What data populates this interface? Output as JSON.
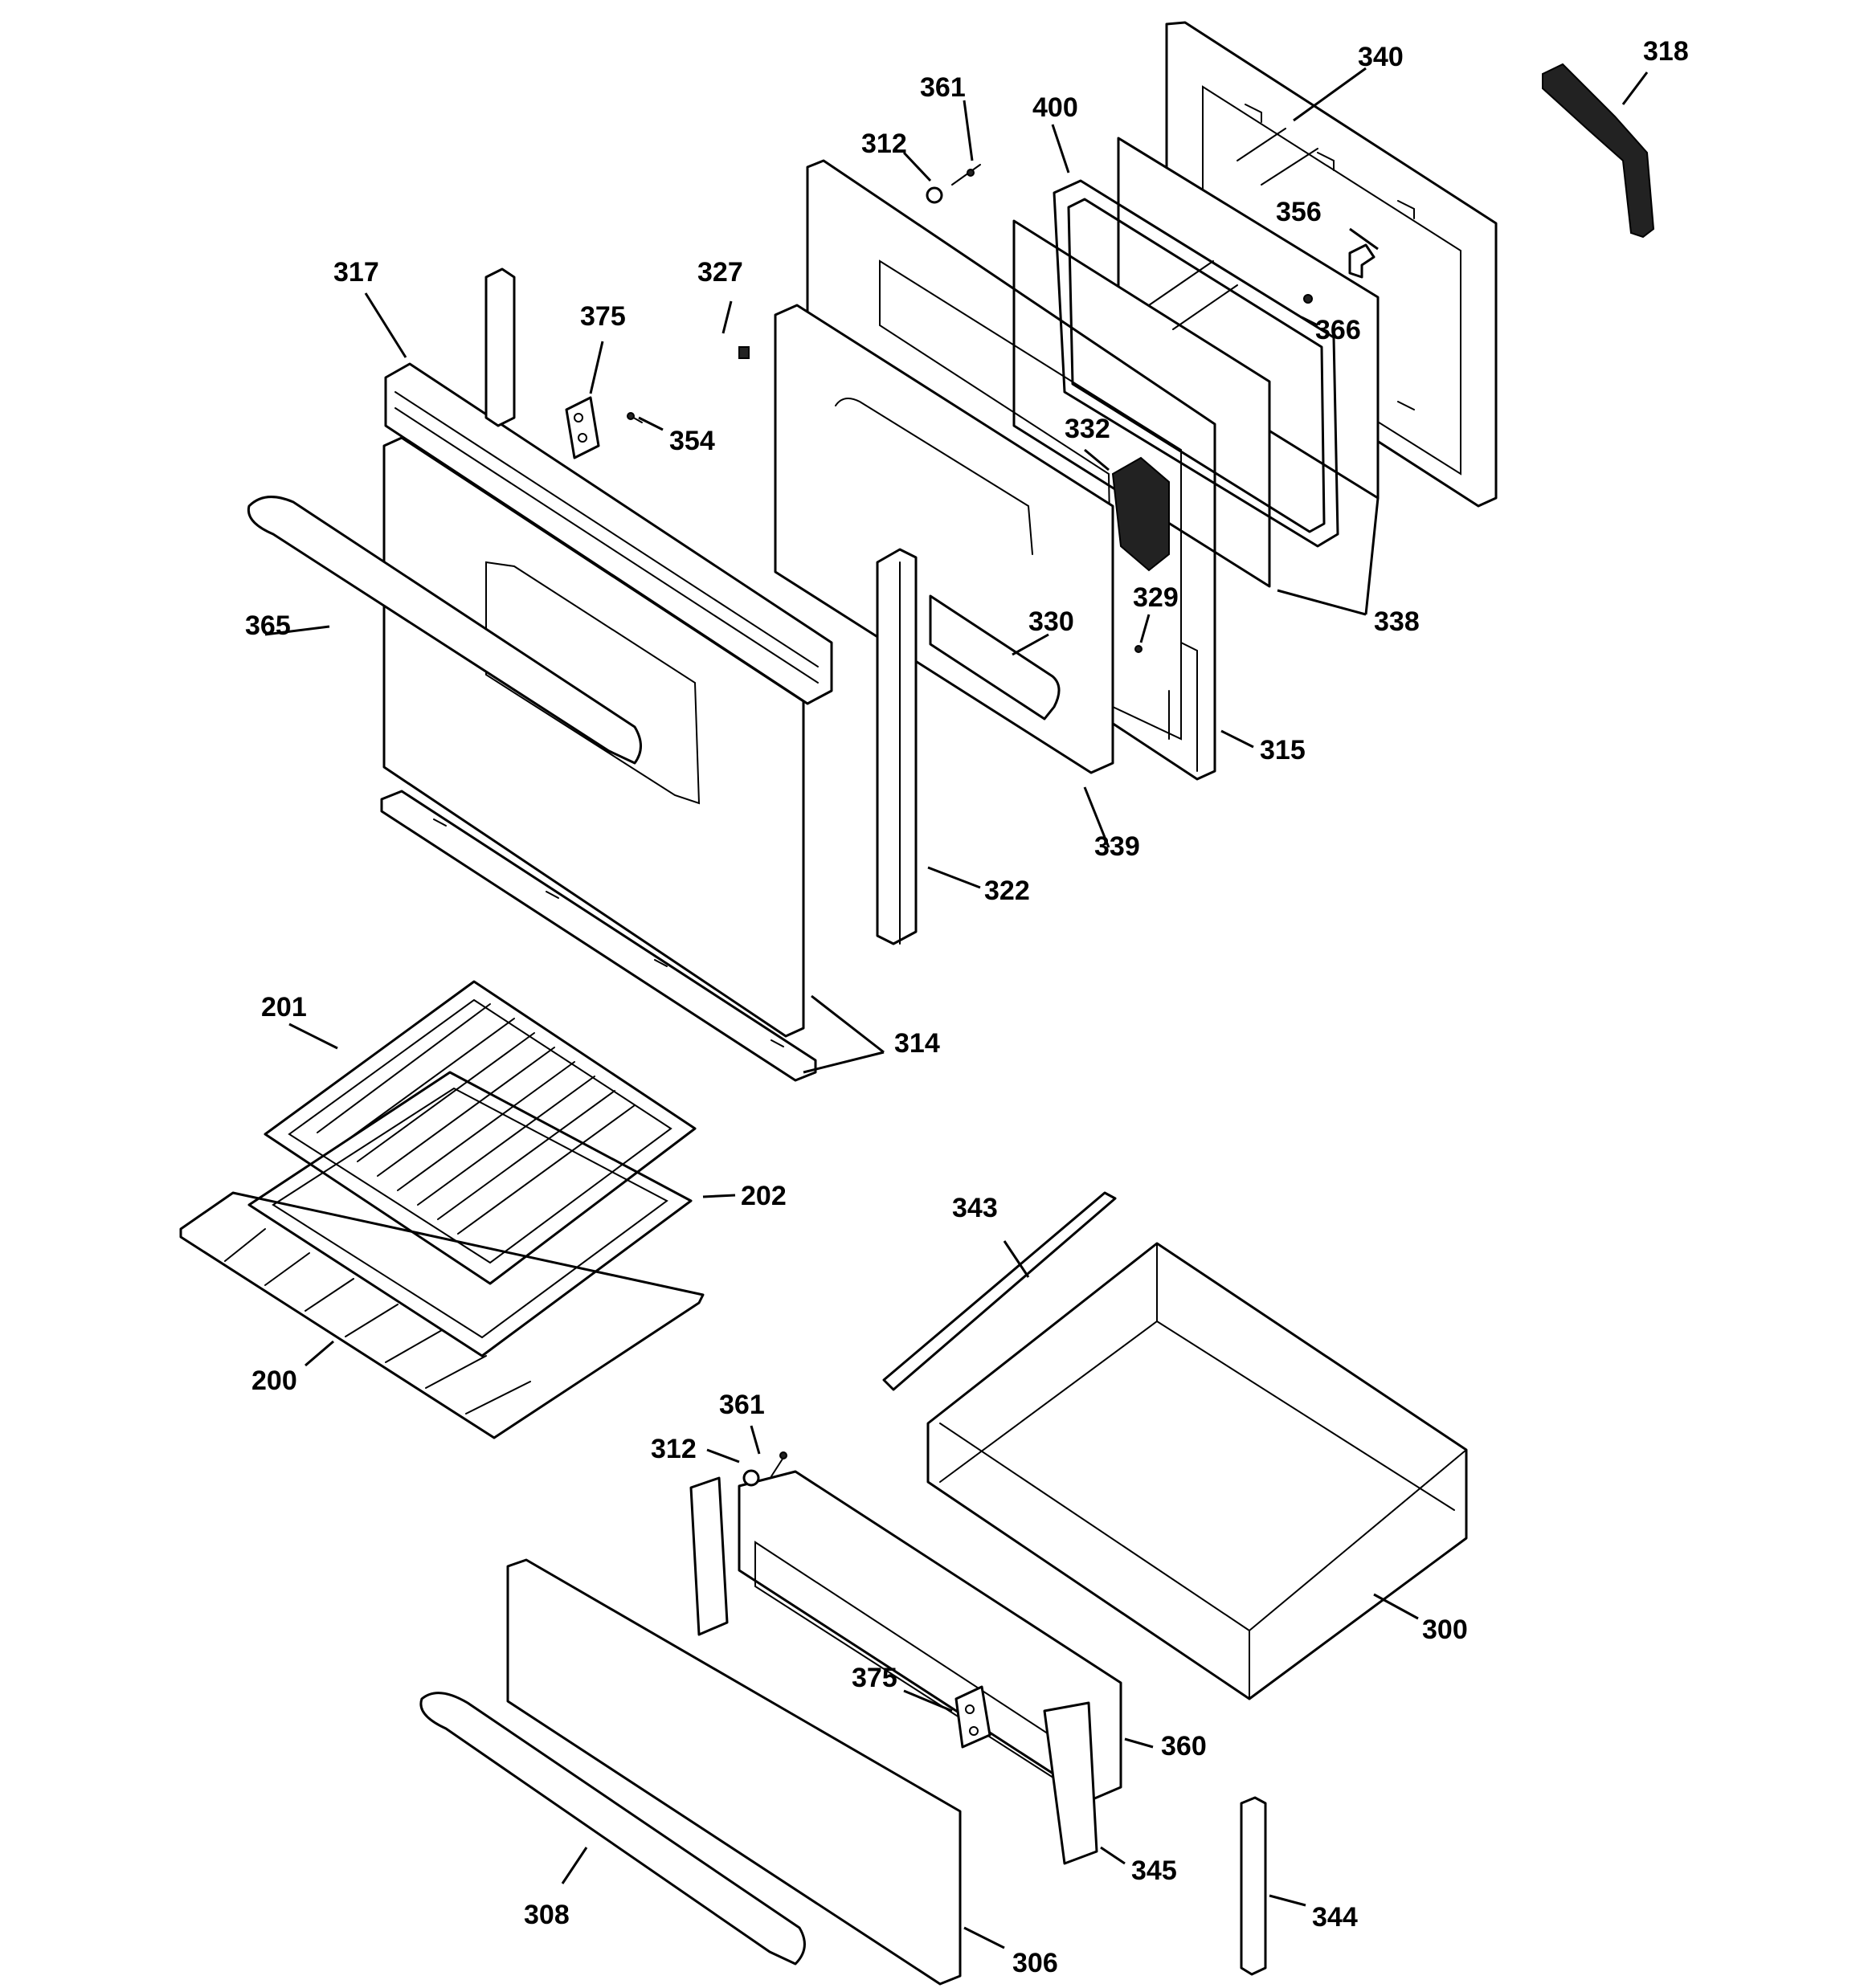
{
  "callouts": {
    "c200": "200",
    "c201": "201",
    "c202": "202",
    "c300": "300",
    "c306": "306",
    "c308": "308",
    "c312a": "312",
    "c312b": "312",
    "c314": "314",
    "c315": "315",
    "c317": "317",
    "c318": "318",
    "c322": "322",
    "c327": "327",
    "c329": "329",
    "c330": "330",
    "c332": "332",
    "c338": "338",
    "c339": "339",
    "c340": "340",
    "c343": "343",
    "c344": "344",
    "c345": "345",
    "c354": "354",
    "c356": "356",
    "c360": "360",
    "c361a": "361",
    "c361b": "361",
    "c365": "365",
    "c366": "366",
    "c375a": "375",
    "c375b": "375",
    "c400": "400"
  }
}
